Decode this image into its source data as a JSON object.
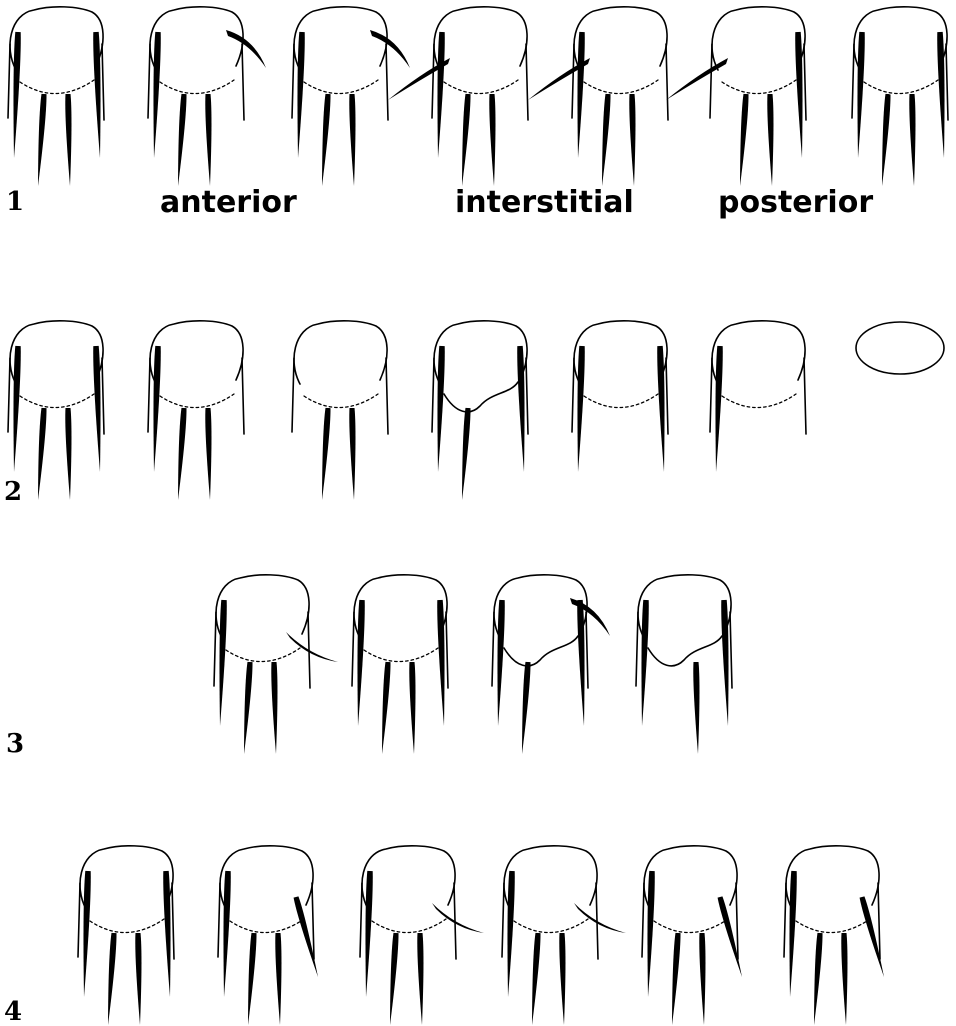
{
  "figure": {
    "rows": [
      {
        "number": "1",
        "captions": [
          "anterior",
          "interstitial",
          "posterior"
        ],
        "pieces": [
          {
            "bristles": [
              "lo",
              "ro",
              "li",
              "ri"
            ]
          },
          {
            "bristles": [
              "lo",
              "li",
              "ri"
            ],
            "extra": "curl-out-right"
          },
          {
            "bristles": [
              "lo",
              "li",
              "ri"
            ],
            "extra": "curl-out-right"
          },
          {
            "bristles": [
              "lo",
              "li",
              "ri"
            ],
            "extra": "long-sweep-left"
          },
          {
            "bristles": [
              "lo",
              "li",
              "ri"
            ],
            "extra": "long-sweep-left"
          },
          {
            "bristles": [
              "ro",
              "li",
              "ri"
            ],
            "extra": "long-sweep-left"
          },
          {
            "bristles": [
              "lo",
              "ro",
              "li",
              "ri"
            ]
          }
        ]
      },
      {
        "number": "2",
        "captions": [],
        "pieces": [
          {
            "bristles": [
              "lo",
              "ro",
              "li",
              "ri"
            ]
          },
          {
            "bristles": [
              "lo",
              "li",
              "ri"
            ]
          },
          {
            "bristles": [
              "li",
              "ri"
            ]
          },
          {
            "bristles": [
              "lo",
              "ro",
              "li"
            ],
            "lobe": true
          },
          {
            "bristles": [
              "lo",
              "ro"
            ]
          },
          {
            "bristles": [
              "lo"
            ]
          },
          {
            "bristles": [],
            "oval": true
          }
        ]
      },
      {
        "number": "3",
        "captions": [],
        "pieces": [
          {
            "bristles": [
              "lo",
              "li",
              "ri"
            ],
            "extra": "hook-right"
          },
          {
            "bristles": [
              "lo",
              "ro",
              "li",
              "ri"
            ]
          },
          {
            "bristles": [
              "lo",
              "ro",
              "li"
            ],
            "extra": "curl-out-right",
            "lobe": true
          },
          {
            "bristles": [
              "lo",
              "ro",
              "ri"
            ],
            "lobe": true
          }
        ]
      },
      {
        "number": "4",
        "captions": [],
        "pieces": [
          {
            "bristles": [
              "lo",
              "ro",
              "li",
              "ri"
            ]
          },
          {
            "bristles": [
              "lo",
              "li",
              "ri"
            ],
            "extra": "diag-right"
          },
          {
            "bristles": [
              "lo",
              "li",
              "ri"
            ],
            "extra": "hook-right"
          },
          {
            "bristles": [
              "lo",
              "li",
              "ri"
            ],
            "extra": "hook-right"
          },
          {
            "bristles": [
              "lo",
              "li",
              "ri"
            ],
            "extra": "diag-right"
          },
          {
            "bristles": [
              "lo",
              "li",
              "ri"
            ],
            "extra": "diag-right"
          }
        ]
      }
    ]
  }
}
